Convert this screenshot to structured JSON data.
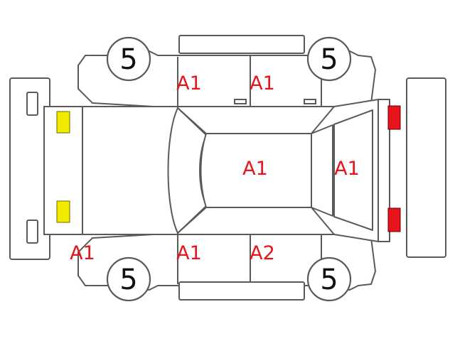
{
  "colors": {
    "code_text": "#e8141c",
    "headlight": "#f2ea00",
    "taillight": "#e8141c",
    "outline": "#5a5a5a"
  },
  "wheels": {
    "front_left": "5",
    "rear_left": "5",
    "front_right": "5",
    "rear_right": "5"
  },
  "codes": {
    "upper_front_door": "A1",
    "upper_rear_door": "A1",
    "roof": "A1",
    "rear_glass": "A1",
    "front_bumper_lower": "A1",
    "lower_front_door": "A1",
    "lower_rear_door": "A2"
  },
  "lights": {
    "headlights": "headlight",
    "taillights": "taillight"
  }
}
